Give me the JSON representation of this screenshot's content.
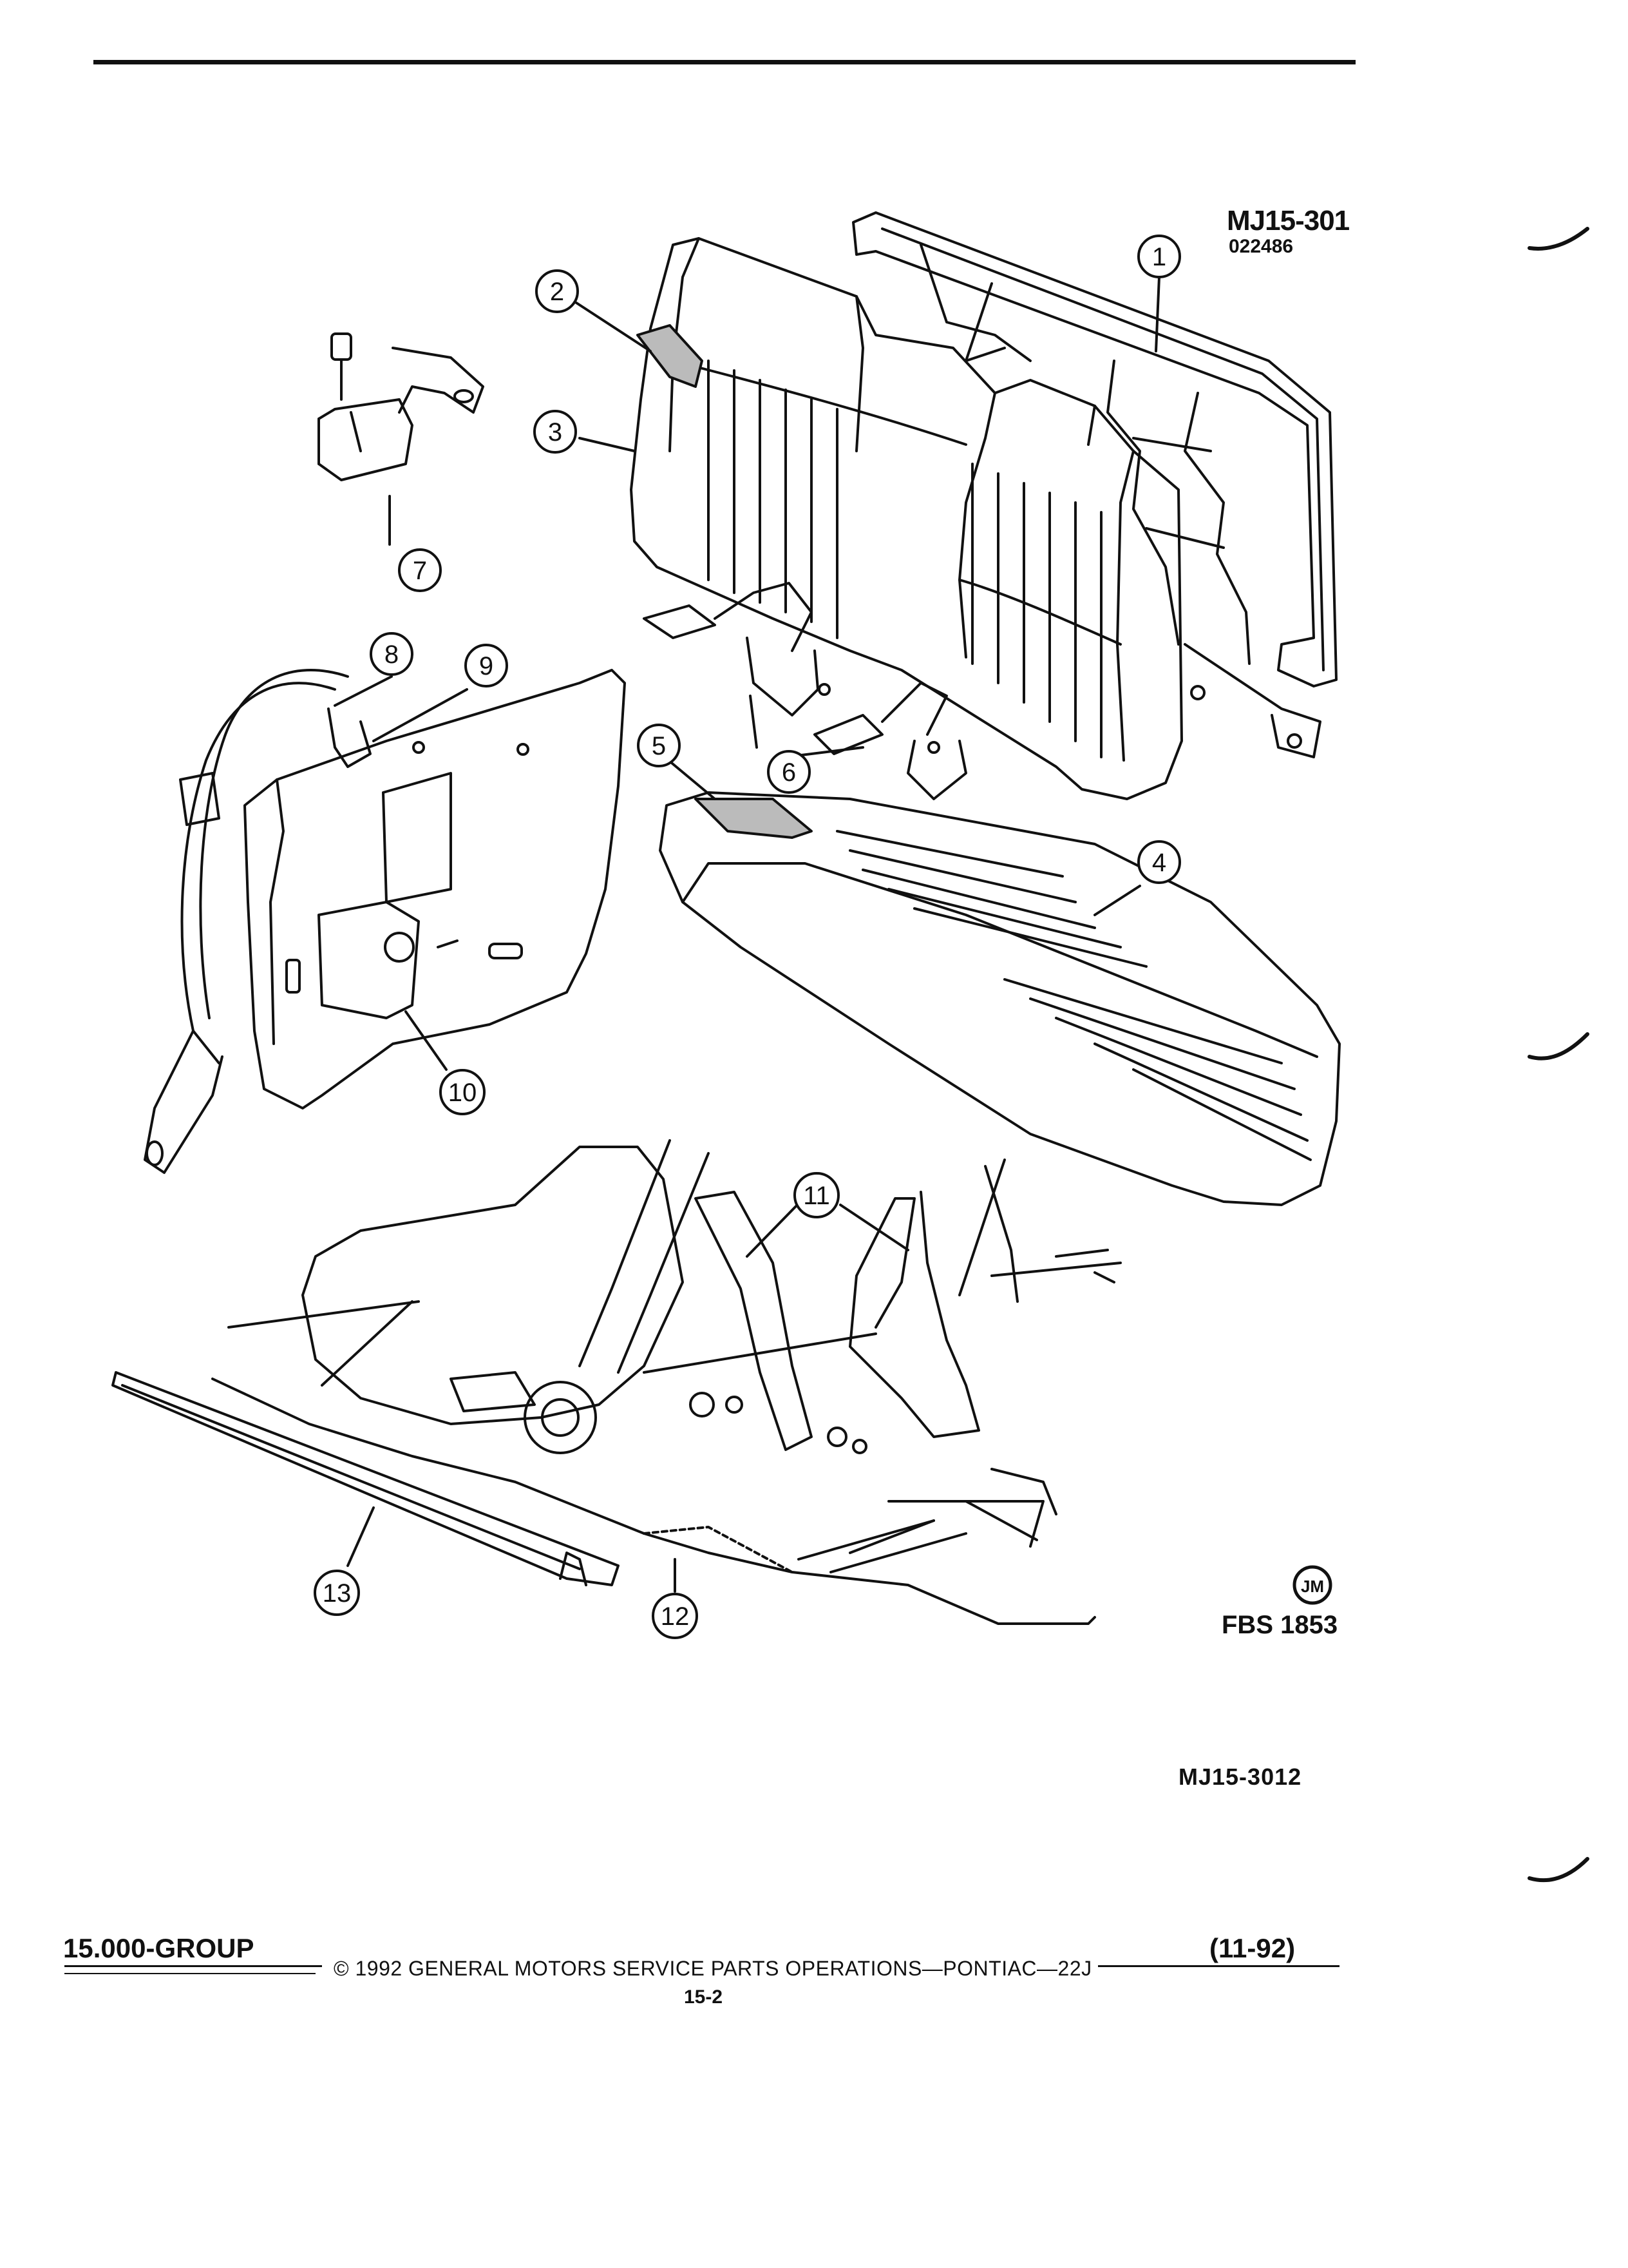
{
  "header": {
    "figure_code": "MJ15-301",
    "figure_date": "022486"
  },
  "callouts": [
    "1",
    "2",
    "3",
    "4",
    "5",
    "6",
    "7",
    "8",
    "9",
    "10",
    "11",
    "12",
    "13"
  ],
  "logo": {
    "text": "JM"
  },
  "figure_id": "FBS 1853",
  "figure_code_bottom": "MJ15-3012",
  "footer": {
    "group": "15.000-GROUP",
    "copyright": "© 1992 GENERAL MOTORS SERVICE PARTS OPERATIONS—PONTIAC—22J",
    "page": "15-2",
    "revision": "(11-92)"
  }
}
